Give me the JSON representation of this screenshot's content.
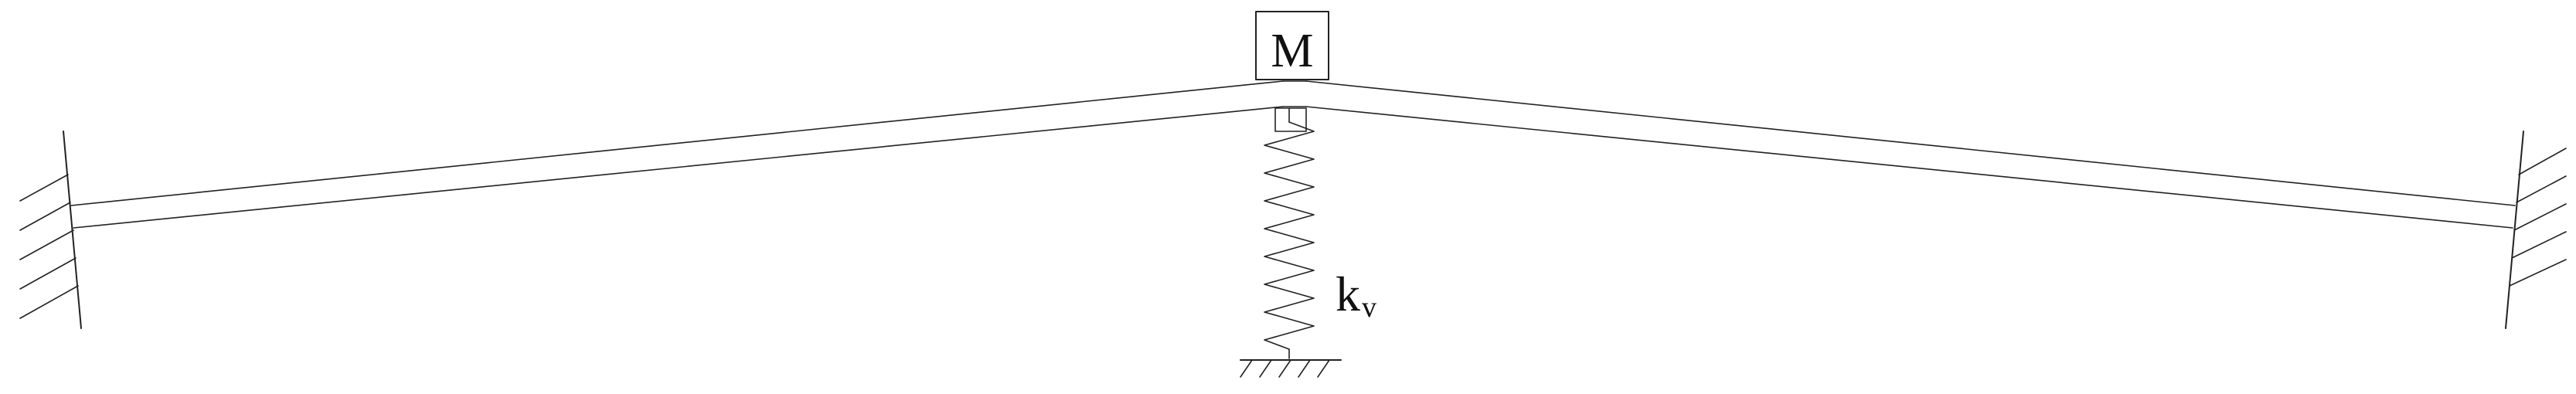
{
  "mass": {
    "label": "M"
  },
  "spring": {
    "label": "k",
    "subscript": "v"
  },
  "colors": {
    "stroke": "#222222",
    "background": "#ffffff"
  },
  "icons": {
    "left_support": "fixed-wall-hatch-icon",
    "right_support": "fixed-wall-hatch-icon",
    "ground_support": "ground-hatch-icon"
  }
}
